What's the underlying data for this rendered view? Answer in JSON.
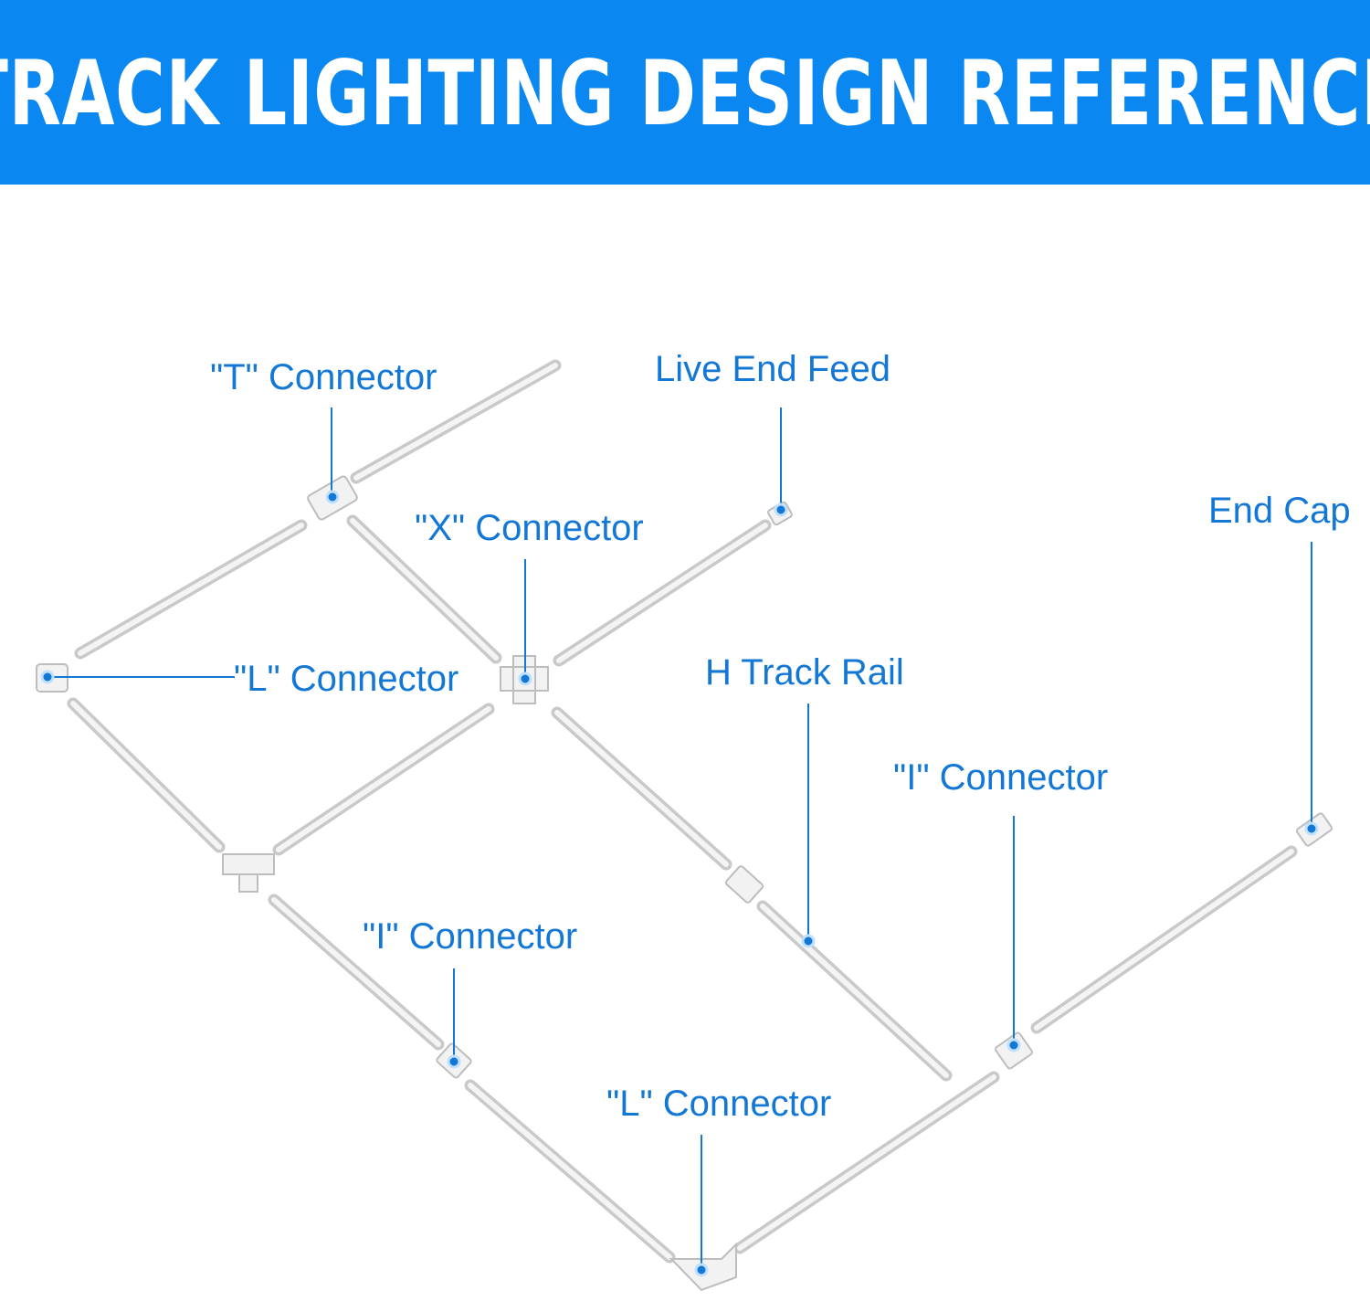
{
  "header": {
    "title": "TRACK LIGHTING DESIGN REFERENCE",
    "background_color": "#0a87f0"
  },
  "callout_color": "#1377d6",
  "labels": {
    "t_connector": "\"T\" Connector",
    "live_end_feed": "Live End Feed",
    "x_connector": "\"X\" Connector",
    "end_cap": "End Cap",
    "l_connector_left": "\"L\" Connector",
    "h_track_rail": "H Track Rail",
    "i_connector_right": "\"I\" Connector",
    "i_connector_bottom": "\"I\" Connector",
    "l_connector_bottom": "\"L\" Connector"
  }
}
